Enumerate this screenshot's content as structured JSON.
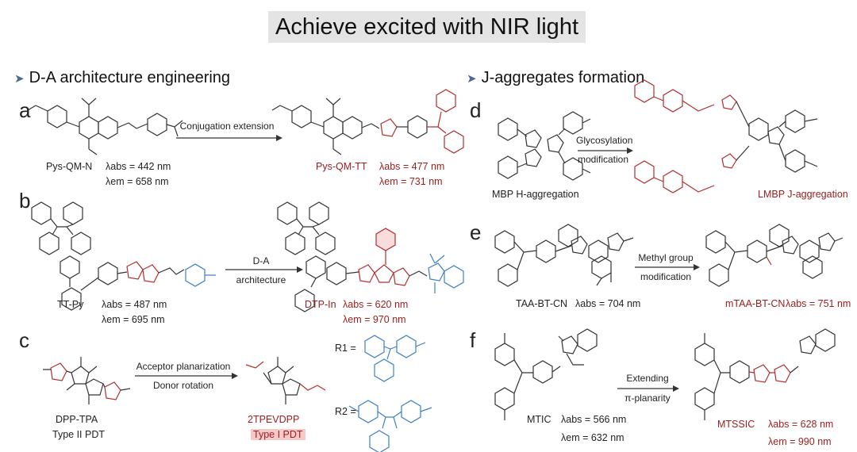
{
  "title": "Achieve excited with NIR light",
  "left_heading": "D-A architecture engineering",
  "right_heading": "J-aggregates formation",
  "panels": {
    "a": {
      "letter": "a",
      "arrow": "Conjugation extension",
      "left_name": "Pys-QM-N",
      "left_abs": "λabs = 442 nm",
      "left_em": "λem = 658 nm",
      "right_name": "Pys-QM-TT",
      "right_abs": "λabs = 477 nm",
      "right_em": "λem = 731 nm"
    },
    "b": {
      "letter": "b",
      "arrow_top": "D-A",
      "arrow_bottom": "architecture",
      "left_name": "TT-Py",
      "left_abs": "λabs = 487 nm",
      "left_em": "λem = 695 nm",
      "right_name": "DTP-In",
      "right_abs": "λabs = 620 nm",
      "right_em": "λem = 970 nm"
    },
    "c": {
      "letter": "c",
      "arrow_top": "Acceptor planarization",
      "arrow_bottom": "Donor rotation",
      "left_name": "DPP-TPA",
      "left_type": "Type II PDT",
      "right_name": "2TPEVDPP",
      "right_type": "Type I PDT",
      "r1": "R1 =",
      "r2": "R2 ="
    },
    "d": {
      "letter": "d",
      "arrow_top": "Glycosylation",
      "arrow_bottom": "modification",
      "left_name": "MBP H-aggregation",
      "right_name": "LMBP J-aggregation"
    },
    "e": {
      "letter": "e",
      "arrow_top": "Methyl group",
      "arrow_bottom": "modification",
      "left_name": "TAA-BT-CN",
      "left_abs": "λabs = 704 nm",
      "right_name": "mTAA-BT-CN",
      "right_abs": "λabs = 751 nm"
    },
    "f": {
      "letter": "f",
      "arrow_top": "Extending",
      "arrow_bottom": "π-planarity",
      "left_name": "MTIC",
      "left_abs": "λabs = 566 nm",
      "left_em": "λem = 632 nm",
      "right_name": "MTSSIC",
      "right_abs": "λabs = 628 nm",
      "right_em": "λem = 990 nm"
    }
  },
  "colors": {
    "highlight_red": "#9b1c1c",
    "highlight_blue": "#3c7fc4",
    "title_bg": "#e4e4e4"
  }
}
